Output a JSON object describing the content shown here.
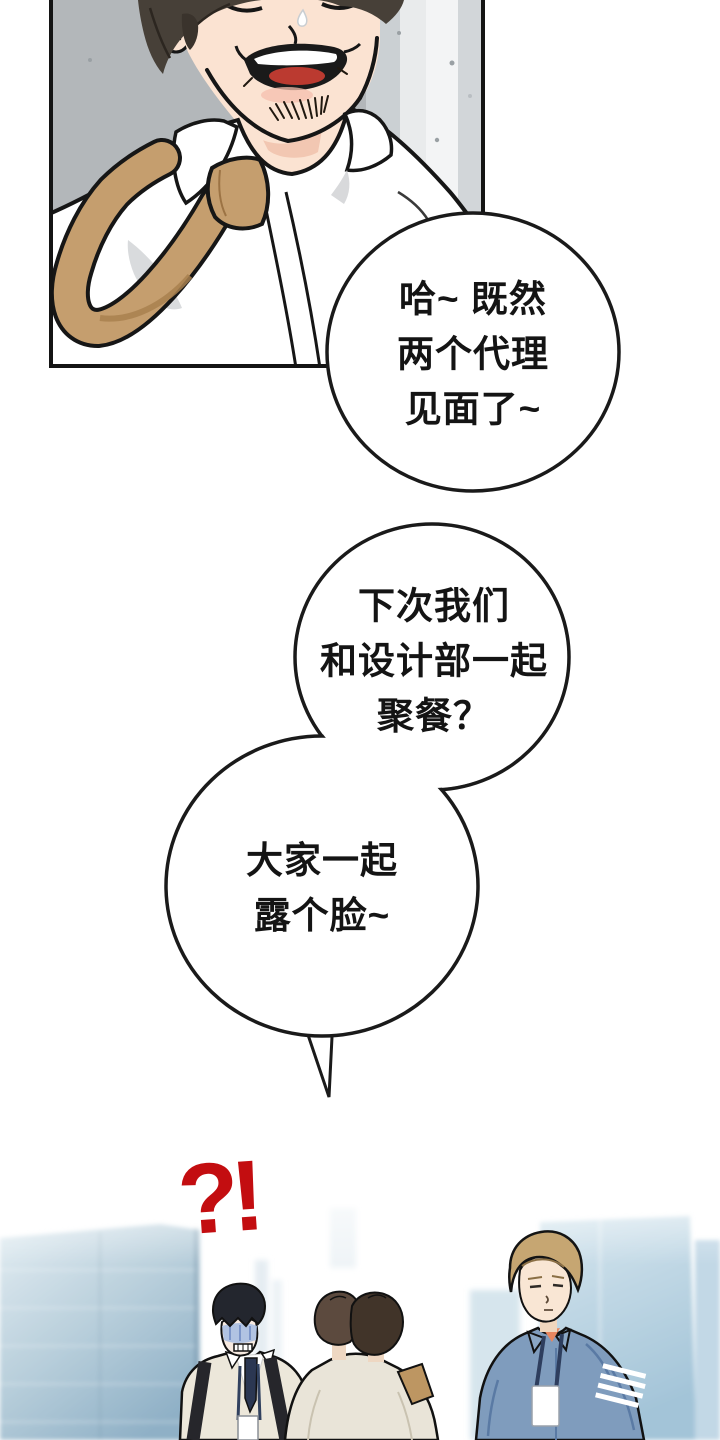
{
  "bubbles": {
    "b1": {
      "lines": [
        "哈~ 既然",
        "两个代理",
        "见面了~"
      ]
    },
    "b2": {
      "lines": [
        "下次我们",
        "和设计部一起",
        "聚餐？"
      ]
    },
    "b3": {
      "lines": [
        "大家一起",
        "露个脸~"
      ]
    }
  },
  "sfx": {
    "shock_text": "?!"
  },
  "colors": {
    "sfx_red": "#c30d10",
    "bubble_outline": "#1a1a1a",
    "text": "#141414",
    "panel_bg_gray": "#b3b7ba",
    "skin": "#fbe3d2",
    "hair_brown": "#474038",
    "tie_tan": "#c59e6e",
    "shirt_white": "#ffffff",
    "pillar_blue": "#a9c4d6",
    "left_man_jacket": "#ece7da",
    "left_man_shock_blue": "#aabfe2",
    "middle_shirt": "#e9e4d8",
    "strap_tan": "#bd9662",
    "right_man_shirt": "#7f9cbd",
    "blond_hair": "#c6a672",
    "navy_tie": "#2b3752"
  }
}
